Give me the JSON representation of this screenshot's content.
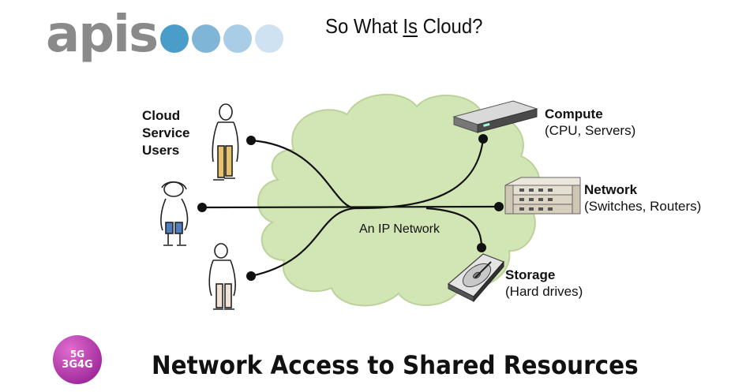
{
  "logo": {
    "text": "apis",
    "dot_colors": [
      "#4a9cc9",
      "#7fb6d8",
      "#a9cde6",
      "#cfe2f1"
    ]
  },
  "title": {
    "prefix": "So What ",
    "underlined": "Is",
    "suffix": " Cloud?"
  },
  "users_label": "Cloud Service Users",
  "network_label": "An IP Network",
  "resources": [
    {
      "name": "Compute",
      "detail": "(CPU, Servers)",
      "icon": "server-rack-icon"
    },
    {
      "name": "Network",
      "detail": "(Switches, Routers)",
      "icon": "network-switch-icon"
    },
    {
      "name": "Storage",
      "detail": "(Hard drives)",
      "icon": "hard-drive-icon"
    }
  ],
  "badge": {
    "line1": "5G",
    "line2": "3G4G"
  },
  "footer": "Network Access to Shared Resources",
  "colors": {
    "cloud_fill": "#d2e5b4",
    "cloud_stroke": "#bcd29a",
    "line": "#111111",
    "badge": "#a52fa0"
  }
}
